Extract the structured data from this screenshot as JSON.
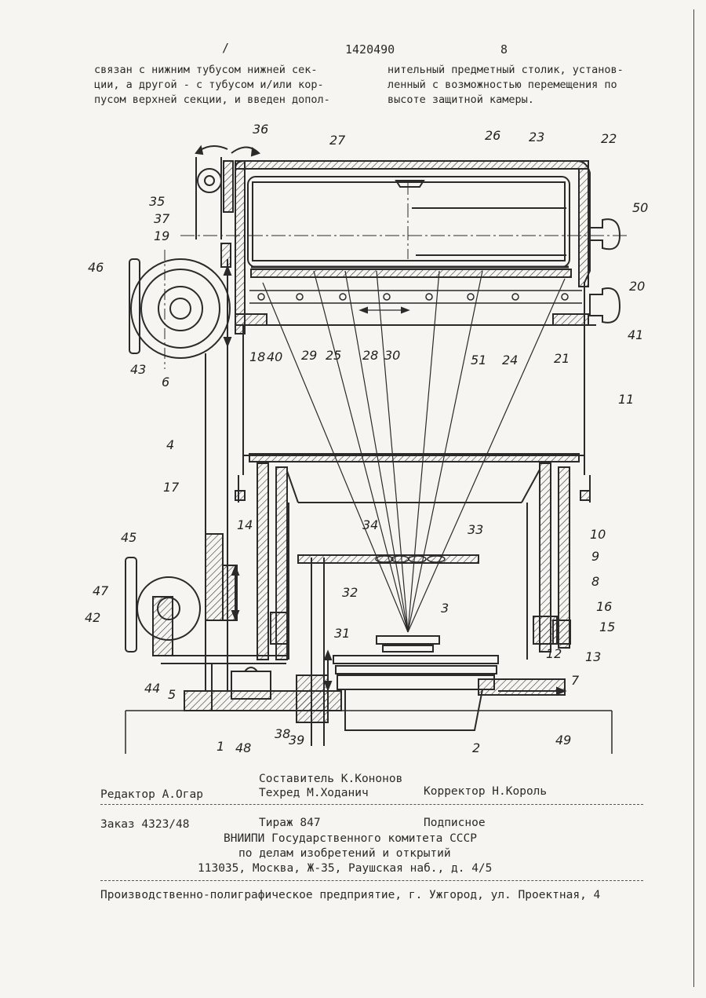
{
  "header": {
    "patent_number": "1420490",
    "page_number": "8",
    "mark": "/"
  },
  "text": {
    "left_lines": [
      "связан с нижним тубусом нижней сек-",
      "ции, а другой - с тубусом и/или кор-",
      "пусом верхней секции, и введен допол-"
    ],
    "right_lines": [
      "нительный предметный столик, установ-",
      "ленный с возможностью перемещения по",
      "высоте защитной камеры."
    ]
  },
  "figure": {
    "labels": [
      "36",
      "27",
      "26",
      "23",
      "22",
      "35",
      "37",
      "19",
      "50",
      "46",
      "20",
      "41",
      "18",
      "40",
      "29",
      "25",
      "28",
      "30",
      "51",
      "24",
      "21",
      "43",
      "6",
      "11",
      "4",
      "17",
      "14",
      "10",
      "34",
      "33",
      "9",
      "45",
      "8",
      "47",
      "32",
      "16",
      "42",
      "15",
      "3",
      "31",
      "12",
      "13",
      "7",
      "44",
      "5",
      "38",
      "39",
      "48",
      "2",
      "49",
      "1"
    ]
  },
  "imprint": {
    "compiler": "Составитель К.Кононов",
    "editor": "Редактор А.Огар",
    "techred": "Техред М.Ходанич",
    "corrector": "Корректор Н.Король",
    "order": "Заказ 4323/48",
    "circulation": "Тираж 847",
    "subscription": "Подписное",
    "org_line1": "ВНИИПИ Государственного комитета СССР",
    "org_line2": "по делам изобретений и открытий",
    "org_line3": "113035, Москва, Ж-35, Раушская наб., д. 4/5",
    "printer": "Производственно-полиграфическое предприятие, г. Ужгород, ул. Проектная, 4"
  }
}
